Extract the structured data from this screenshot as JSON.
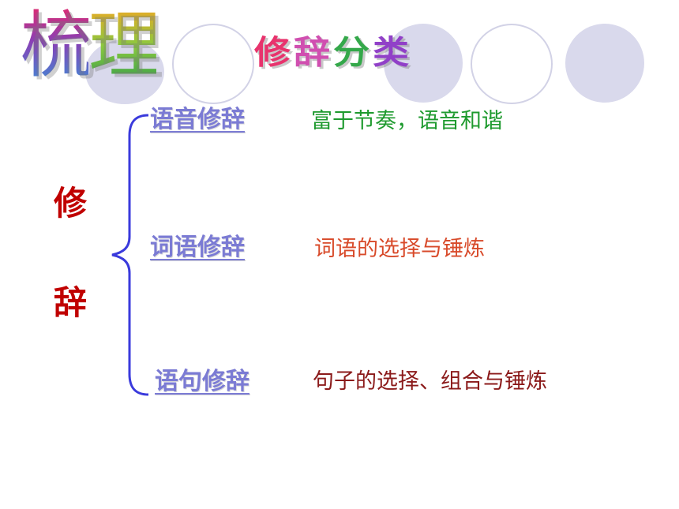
{
  "header": {
    "title_chars": [
      "梳",
      "理"
    ],
    "subtitle_chars": [
      "修",
      "辞",
      "分",
      "类"
    ],
    "subtitle_colors": [
      "#e8336d",
      "#d04fb0",
      "#34a84a",
      "#9140c8"
    ]
  },
  "side_label": [
    "修",
    "辞"
  ],
  "categories": [
    {
      "label": "语音修辞",
      "description": "富于节奏，语音和谐",
      "desc_color": "#1e9a2e"
    },
    {
      "label": "词语修辞",
      "description": "词语的选择与锤炼",
      "desc_color": "#d84a2a"
    },
    {
      "label": "语句修辞",
      "description": "句子的选择、组合与锤炼",
      "desc_color": "#8b1a1a"
    }
  ],
  "colors": {
    "side_label": "#c00000",
    "link": "#7b7bd4",
    "brace": "#3a3adc",
    "circles": "#d9d9ec"
  }
}
